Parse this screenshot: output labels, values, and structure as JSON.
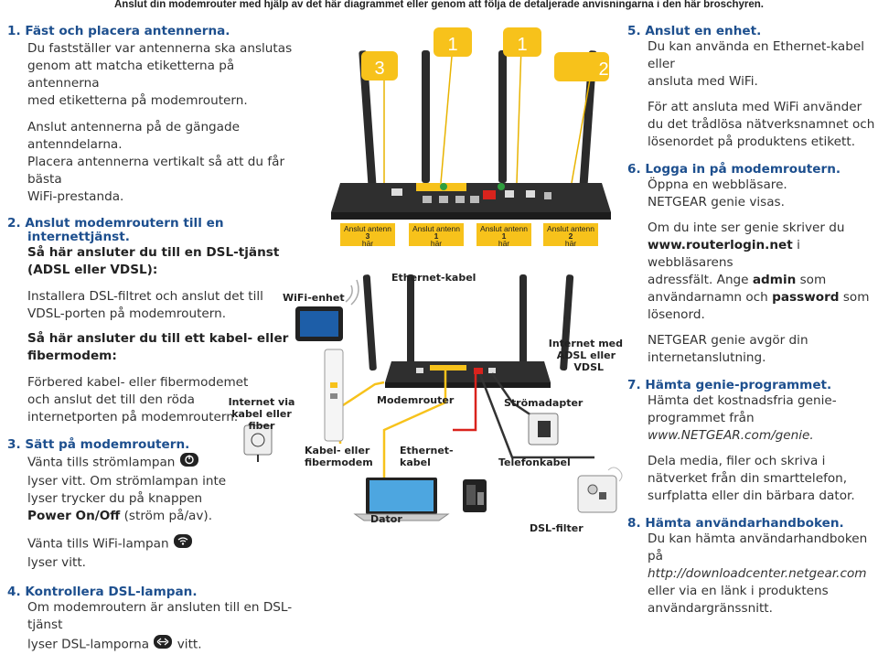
{
  "header": "Anslut din modemrouter med hjälp av det här diagrammet eller genom att följa de detaljerade anvisningarna i den här broschyren.",
  "left": {
    "s1_title": "1. Fäst och placera antennerna.",
    "s1_p1": [
      "Du fastställer var antennerna ska anslutas",
      "genom att matcha etiketterna på antennerna",
      "med etiketterna på modemroutern."
    ],
    "s1_p2": [
      "Anslut antennerna på de gängade antenndelarna.",
      "Placera antennerna vertikalt så att du får bästa",
      "WiFi-prestanda."
    ],
    "s2_title": [
      "2. Anslut modemroutern till en",
      "internettjänst."
    ],
    "s2_dsl_head": [
      "Så här ansluter du till en DSL-tjänst",
      "(ADSL eller VDSL):"
    ],
    "s2_dsl_text": [
      "Installera DSL-filtret och anslut det till",
      "VDSL-porten på modemroutern."
    ],
    "s2_cable_head": [
      "Så här ansluter du till ett kabel- eller",
      "fibermodem:"
    ],
    "s2_cable_text": [
      "Förbered kabel- eller fibermodemet",
      "och anslut det till den röda",
      "internetporten på modemroutern."
    ],
    "s3_title": "3. Sätt på modemroutern.",
    "s3_l1": "Vänta tills strömlampan",
    "s3_l2": "lyser vitt. Om strömlampan inte",
    "s3_l3": "lyser trycker du på knappen",
    "s3_l4_bold": "Power On/Off",
    "s3_l4_rest": " (ström på/av).",
    "s3_wifi1": "Vänta tills WiFi-lampan",
    "s3_wifi2": "lyser vitt.",
    "s4_title": "4. Kontrollera DSL-lampan.",
    "s4_l1": "Om modemroutern är ansluten till en DSL-tjänst",
    "s4_l2": "lyser DSL-lamporna",
    "s4_l2_end": "vitt."
  },
  "right": {
    "s5_title": "5. Anslut en enhet.",
    "s5_p1": [
      "Du kan använda en Ethernet-kabel eller",
      "ansluta med WiFi."
    ],
    "s5_p2": [
      "För att ansluta med WiFi använder",
      "du det trådlösa nätverksnamnet och",
      "lösenordet på produktens etikett."
    ],
    "s6_title": "6. Logga in på modemroutern.",
    "s6_p1": [
      "Öppna en webbläsare.",
      "NETGEAR genie visas."
    ],
    "s6_p2a": "Om du inte ser genie skriver du",
    "s6_url": "www.routerlogin.net",
    "s6_p2b": " i webbläsarens",
    "s6_p2c": "adressfält. Ange ",
    "s6_admin": "admin",
    "s6_p2d": " som",
    "s6_p2e": "användarnamn och ",
    "s6_password": "password",
    "s6_p2f": " som",
    "s6_p2g": "lösenord.",
    "s6_p3": [
      "NETGEAR genie avgör din",
      "internetanslutning."
    ],
    "s7_title": "7. Hämta genie-programmet.",
    "s7_p1": [
      "Hämta det kostnadsfria genie-",
      "programmet från"
    ],
    "s7_url": "www.NETGEAR.com/genie.",
    "s7_p2": [
      "Dela media, filer och skriva i",
      "nätverket från din smarttelefon,",
      "surfplatta eller din bärbara dator."
    ],
    "s8_title": "8. Hämta användarhandboken.",
    "s8_p1": "Du kan hämta användarhandboken på",
    "s8_url": "http://downloadcenter.netgear.com",
    "s8_p2": [
      "eller via en länk i produktens",
      "användargränssnitt."
    ]
  },
  "diagram": {
    "antenna_numbers": [
      "3",
      "1",
      "1",
      "2"
    ],
    "tags": [
      {
        "top": "Anslut antenn",
        "num": "3",
        "bottom": "här"
      },
      {
        "top": "Anslut antenn",
        "num": "1",
        "bottom": "här"
      },
      {
        "top": "Anslut antenn",
        "num": "1",
        "bottom": "här"
      },
      {
        "top": "Anslut antenn",
        "num": "2",
        "bottom": "här"
      }
    ],
    "ethernet_kabel_top": "Ethernet-kabel",
    "wifi_enhet": "WiFi-enhet",
    "internet_fiber": [
      "Internet via",
      "kabel eller",
      "fiber"
    ],
    "kabel_fibermodem": [
      "Kabel- eller",
      "fibermodem"
    ],
    "modemrouter": "Modemrouter",
    "ethernet_kabel_bottom": [
      "Ethernet-",
      "kabel"
    ],
    "dator": "Dator",
    "stromadapter": "Strömadapter",
    "telefonkabel": "Telefonkabel",
    "dsl_filter": "DSL-filter",
    "internet_dsl": [
      "Internet med",
      "ADSL eller",
      "VDSL"
    ]
  },
  "colors": {
    "heading": "#1d4f8e",
    "accent_yellow": "#f7c21b",
    "cable_green": "#2e9e3e",
    "port_red": "#d9231d"
  }
}
